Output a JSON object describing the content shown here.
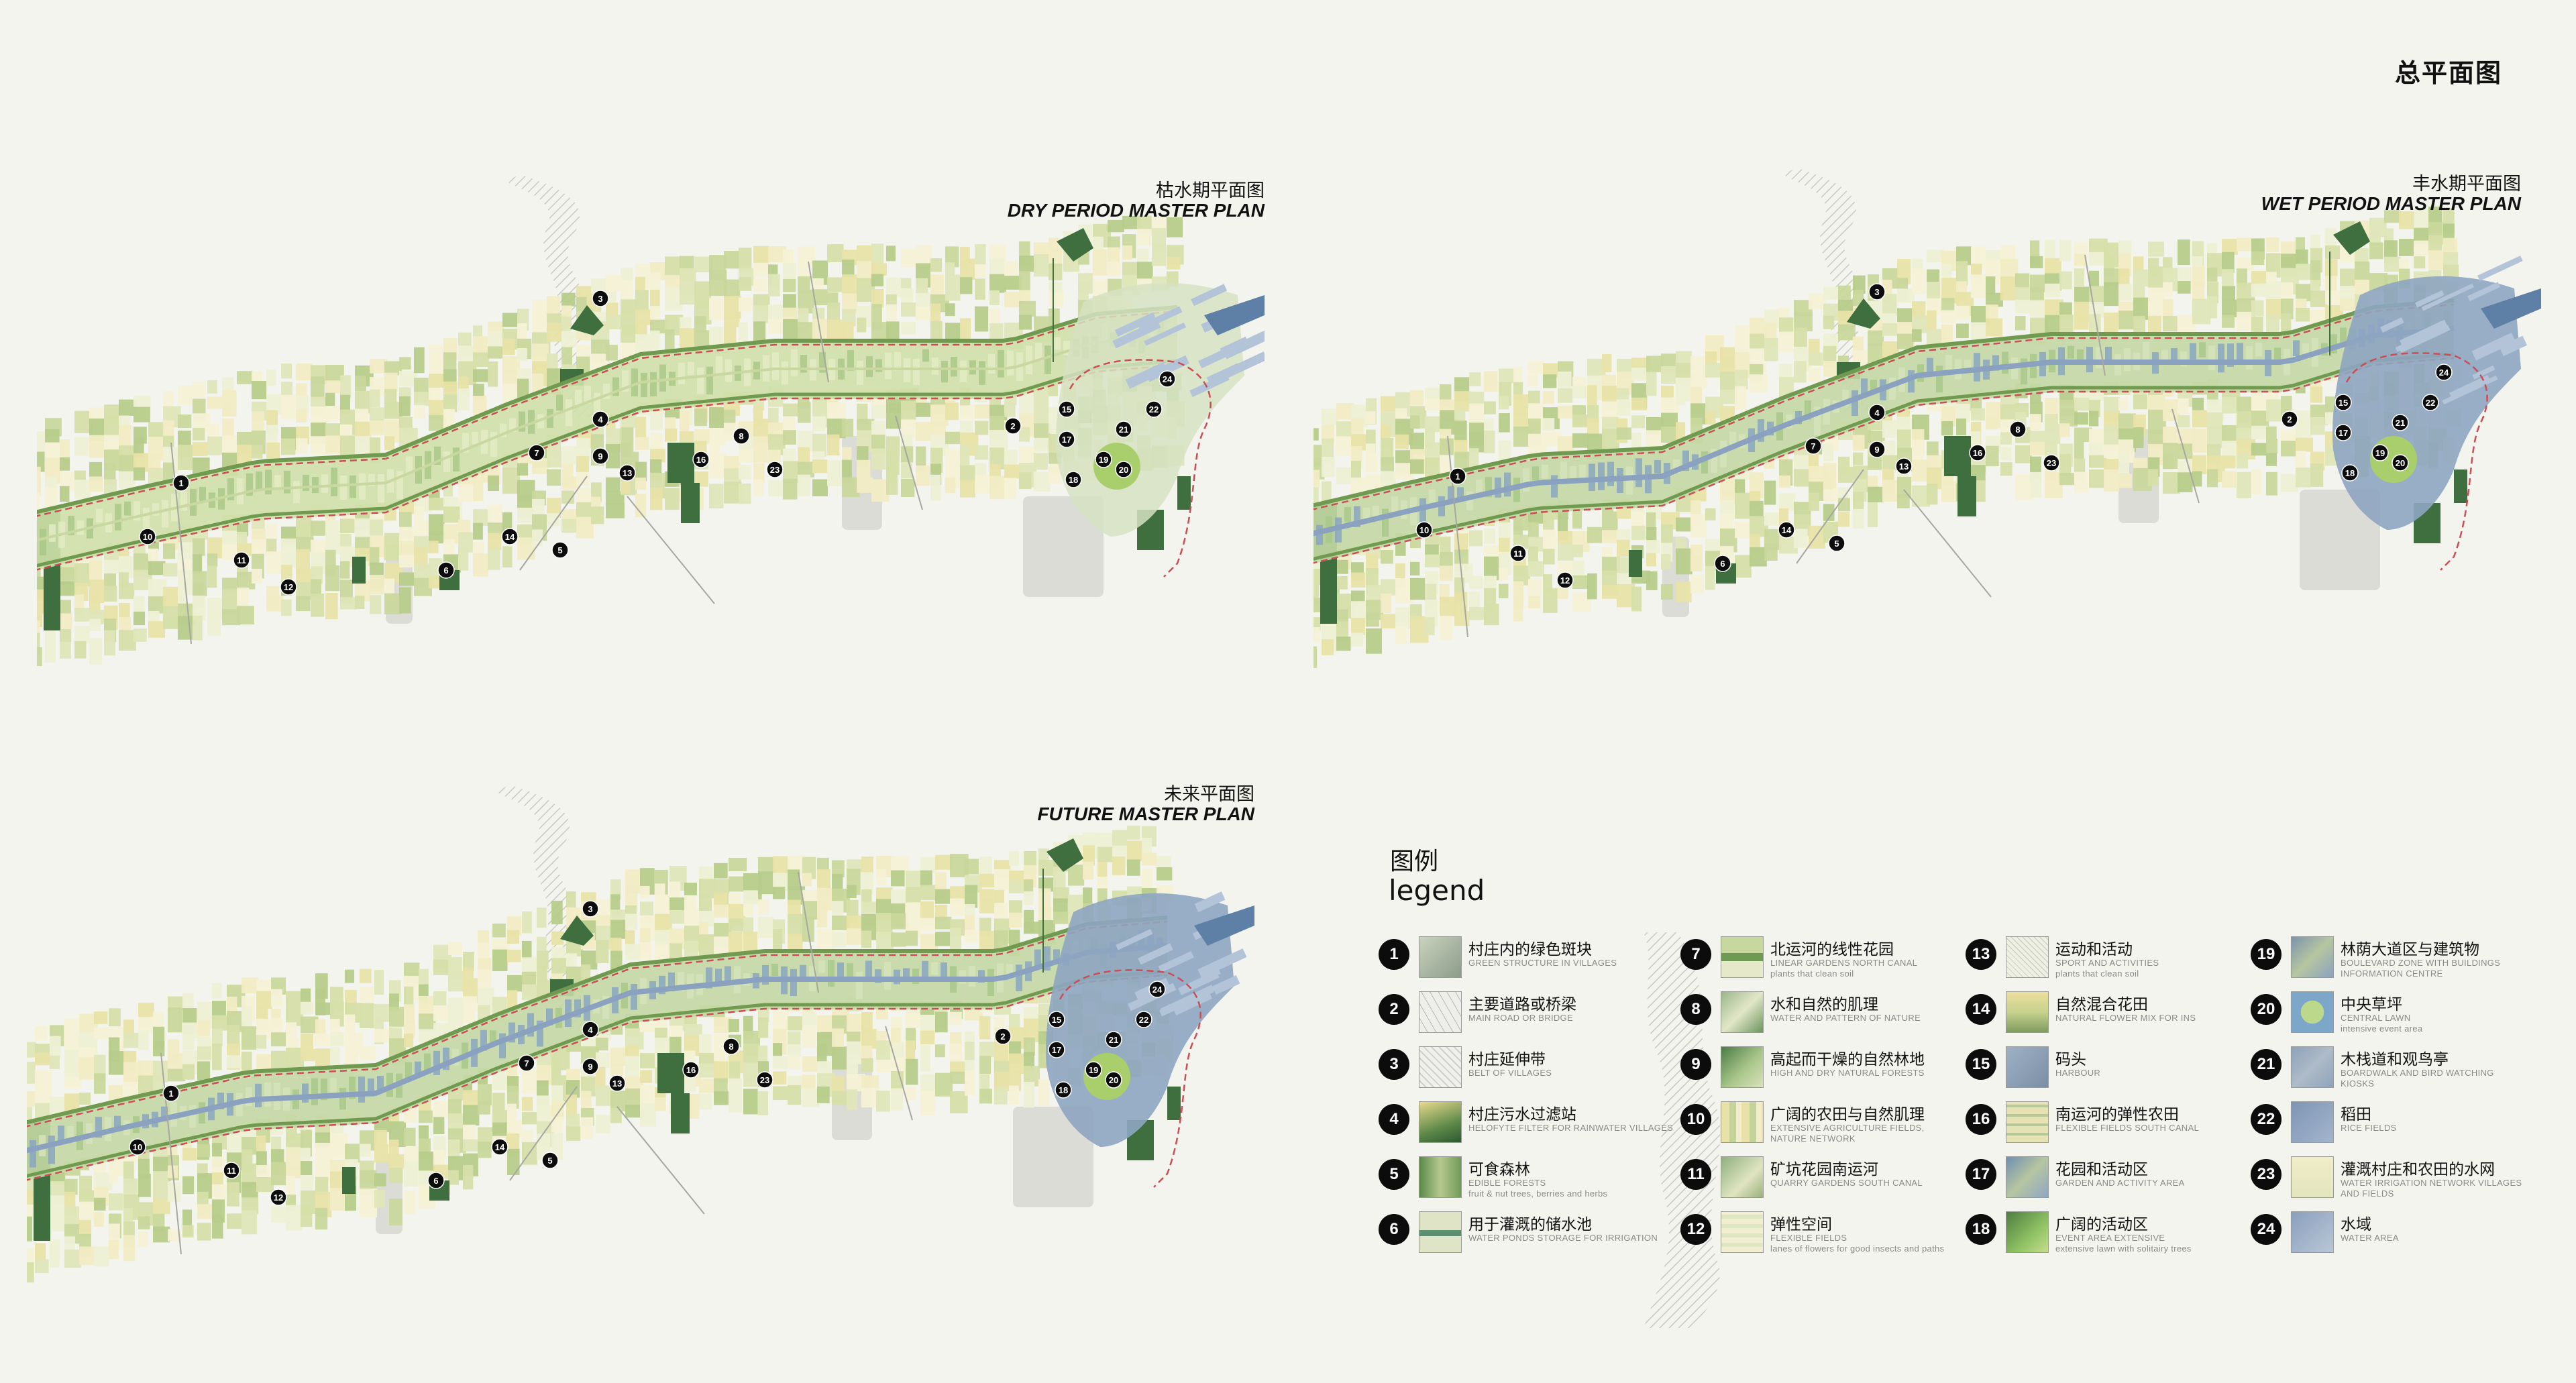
{
  "page_title": "总平面图",
  "plans": [
    {
      "id": "dry",
      "cn": "枯水期平面图",
      "en": "DRY PERIOD MASTER PLAN",
      "mode": "dry"
    },
    {
      "id": "wet",
      "cn": "丰水期平面图",
      "en": "WET PERIOD MASTER PLAN",
      "mode": "wet"
    },
    {
      "id": "future",
      "cn": "未来平面图",
      "en": "FUTURE MASTER PLAN",
      "mode": "future"
    }
  ],
  "legend_title_cn": "图例",
  "legend_title_en": "legend",
  "legend": [
    {
      "n": "1",
      "cn": "村庄内的绿色斑块",
      "en": "GREEN STRUCTURE IN VILLAGES",
      "en2": "",
      "sw": "green-grey"
    },
    {
      "n": "2",
      "cn": "主要道路或桥梁",
      "en": "MAIN ROAD OR BRIDGE",
      "en2": "",
      "sw": "road"
    },
    {
      "n": "3",
      "cn": "村庄延伸带",
      "en": "BELT OF VILLAGES",
      "en2": "",
      "sw": "hatch"
    },
    {
      "n": "4",
      "cn": "村庄污水过滤站",
      "en": "HELOFYTE FILTER FOR RAINWATER VILLAGES",
      "en2": "",
      "sw": "filter"
    },
    {
      "n": "5",
      "cn": "可食森林",
      "en": "EDIBLE FORESTS",
      "en2": "fruit & nut trees, berries and herbs",
      "sw": "forest"
    },
    {
      "n": "6",
      "cn": "用于灌溉的储水池",
      "en": "WATER PONDS STORAGE FOR IRRIGATION",
      "en2": "",
      "sw": "pond"
    },
    {
      "n": "7",
      "cn": "北运河的线性花园",
      "en": "LINEAR GARDENS NORTH CANAL",
      "en2": "plants that clean soil",
      "sw": "linear"
    },
    {
      "n": "8",
      "cn": "水和自然的肌理",
      "en": "WATER AND PATTERN OF NATURE",
      "en2": "",
      "sw": "pattern"
    },
    {
      "n": "9",
      "cn": "高起而干燥的自然林地",
      "en": "HIGH AND DRY NATURAL FORESTS",
      "en2": "",
      "sw": "dryforest"
    },
    {
      "n": "10",
      "cn": "广阔的农田与自然肌理",
      "en": "EXTENSIVE AGRICULTURE FIELDS,",
      "en2": "NATURE NETWORK",
      "sw": "agri"
    },
    {
      "n": "11",
      "cn": "矿坑花园南运河",
      "en": "QUARRY GARDENS SOUTH CANAL",
      "en2": "",
      "sw": "quarry"
    },
    {
      "n": "12",
      "cn": "弹性空间",
      "en": "FLEXIBLE FIELDS",
      "en2": "lanes of flowers for good insects and paths",
      "sw": "flex"
    },
    {
      "n": "13",
      "cn": "运动和活动",
      "en": "SPORT AND ACTIVITIES",
      "en2": "plants that clean soil",
      "sw": "sport"
    },
    {
      "n": "14",
      "cn": "自然混合花田",
      "en": "NATURAL FLOWER MIX FOR INS",
      "en2": "",
      "sw": "flower"
    },
    {
      "n": "15",
      "cn": "码头",
      "en": "HARBOUR",
      "en2": "",
      "sw": "harbour"
    },
    {
      "n": "16",
      "cn": "南运河的弹性农田",
      "en": "FLEXIBLE FIELDS SOUTH CANAL",
      "en2": "",
      "sw": "southflex"
    },
    {
      "n": "17",
      "cn": "花园和活动区",
      "en": "GARDEN AND ACTIVITY AREA",
      "en2": "",
      "sw": "garden"
    },
    {
      "n": "18",
      "cn": "广阔的活动区",
      "en": "EVENT AREA EXTENSIVE",
      "en2": "extensive lawn with solitairy trees",
      "sw": "event"
    },
    {
      "n": "19",
      "cn": "林荫大道区与建筑物",
      "en": "BOULEVARD ZONE WITH BUILDINGS",
      "en2": "INFORMATION CENTRE",
      "sw": "boulevard"
    },
    {
      "n": "20",
      "cn": "中央草坪",
      "en": "CENTRAL LAWN",
      "en2": "intensive event area",
      "sw": "lawn"
    },
    {
      "n": "21",
      "cn": "木栈道和观鸟亭",
      "en": "BOARDWALK AND BIRD WATCHING",
      "en2": "KIOSKS",
      "sw": "boardwalk"
    },
    {
      "n": "22",
      "cn": "稻田",
      "en": "RICE FIELDS",
      "en2": "",
      "sw": "rice"
    },
    {
      "n": "23",
      "cn": "灌溉村庄和农田的水网",
      "en": "WATER IRRIGATION NETWORK VILLAGES",
      "en2": "AND FIELDS",
      "sw": "irrigation"
    },
    {
      "n": "24",
      "cn": "水域",
      "en": "WATER AREA",
      "en2": "",
      "sw": "water"
    }
  ]
}
